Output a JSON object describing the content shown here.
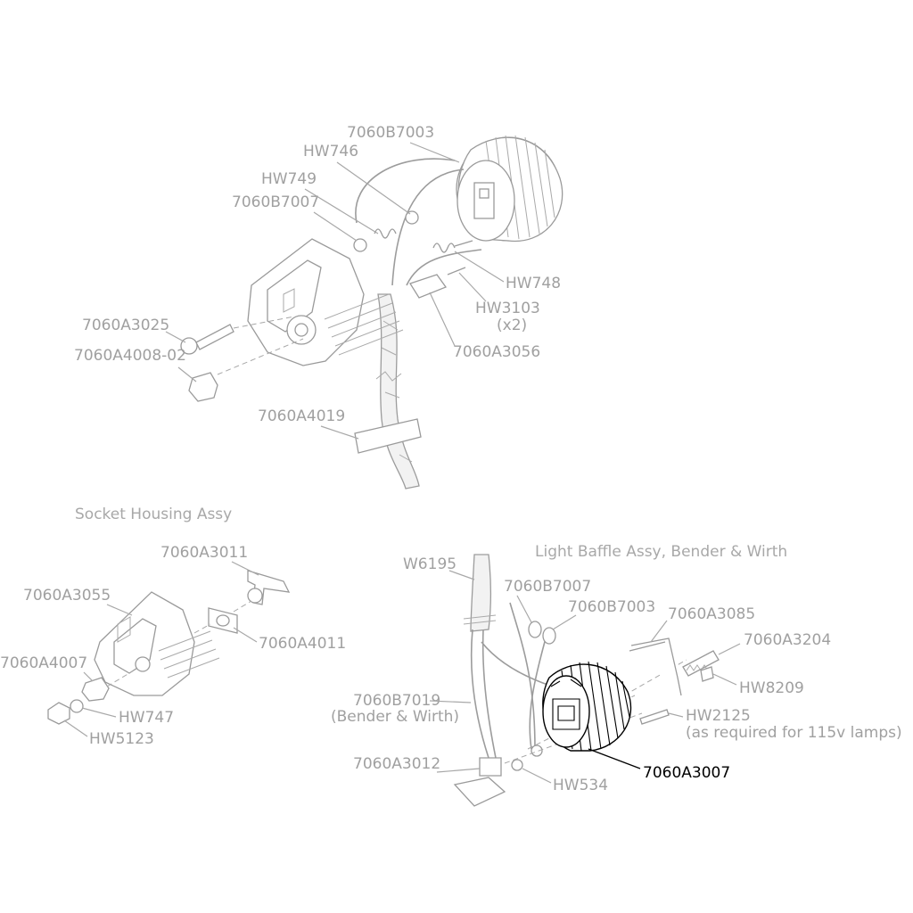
{
  "headings": {
    "socket_housing": "Socket Housing Assy",
    "light_baffle": "Light Baffle Assy, Bender & Wirth"
  },
  "labels": {
    "top_7060B7003": "7060B7003",
    "top_HW746": "HW746",
    "top_HW749": "HW749",
    "top_7060B7007": "7060B7007",
    "top_HW748": "HW748",
    "top_HW3103": "HW3103",
    "top_HW3103_qty": "(x2)",
    "top_7060A3056": "7060A3056",
    "top_7060A3025": "7060A3025",
    "top_7060A4008_02": "7060A4008-02",
    "top_7060A4019": "7060A4019",
    "sh_7060A3011": "7060A3011",
    "sh_7060A3055": "7060A3055",
    "sh_7060A4011": "7060A4011",
    "sh_7060A4007": "7060A4007",
    "sh_HW747": "HW747",
    "sh_HW5123": "HW5123",
    "lb_W6195": "W6195",
    "lb_7060B7007": "7060B7007",
    "lb_7060B7003": "7060B7003",
    "lb_7060A3085": "7060A3085",
    "lb_7060A3204": "7060A3204",
    "lb_HW8209": "HW8209",
    "lb_HW2125": "HW2125",
    "lb_HW2125_note": "(as required for 115v lamps)",
    "lb_7060B7019": "7060B7019",
    "lb_7060B7019_note": "(Bender & Wirth)",
    "lb_7060A3012": "7060A3012",
    "lb_HW534": "HW534",
    "lb_7060A3007": "7060A3007"
  },
  "highlighted_part": "7060A3007",
  "colors": {
    "muted_gray": "#a0a0a0",
    "highlight": "#000000",
    "background": "#ffffff"
  }
}
